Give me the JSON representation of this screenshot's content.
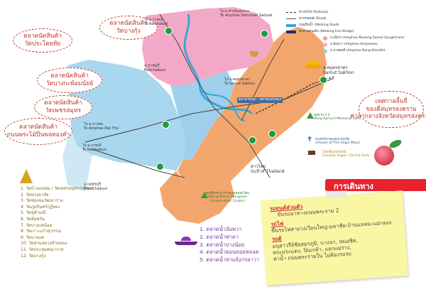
{
  "legend": {
    "railway": "ทางรถไฟ (Railway)",
    "road": "ทางรถยนต์ (Road)",
    "walking_road": "ถนนริมน้ำ (Walking Road)",
    "walking_bridge": "สะพานคนเดิน (Walking Iron Bridge)",
    "district_muang": "อ.เมืองฯ (Amphoe Mueang Samut Songkhram)",
    "district_amphawa": "อ.อัมพวา (Amphoe Amphawa)",
    "district_bangkhonthi": "อ.บางคนที (Amphoe Bang Khonthi)",
    "colors": {
      "railway": "#222222",
      "road": "#555555",
      "walking_road": "#35a8d8",
      "walking_bridge": "#1f2f6b",
      "muang": "#f3a86b",
      "amphawa": "#f5a9c8",
      "bangkhonthi": "#9cd0ec"
    }
  },
  "places": {
    "ratchaburi_top": "ไป อ.ราชบุรี\nTo Ratchaburi",
    "damnoen": "ไป อ.ดำเนินสะดวก\nTo Amphoe Damnoen Saduak",
    "ratchaburi_left": "จ.ราชบุรี\nRatchaburi",
    "samut_sakhon_road": "ไป จ.สมุทรสาคร\nTo Samut Sakhon",
    "samut_sakhon": "จ.สมุทรสาคร\nSamut Sakhon",
    "pak_tho": "ไป อ.ปากท่อ\nTo Amphoe Pak Tho",
    "ratchaburi_mid": "ไป อ.ราชบุรี\nTo Ratchaburi",
    "phetchaburi": "จ.เพชรบุรี\nPhetchaburi",
    "gulf": "อ่าวไทย\nGulf of Thailand",
    "mae_klong": "ตลาดร่มหุบ · ตลาดแม่กลอง",
    "route_35": "35",
    "rama2_park": "อุทยาน ร.2\n(King Rama II Memorial Park)",
    "virgin_mary": "อาสนวิหารแม่พระบังเกิด\n(Church of The Virgin Mary)",
    "orchid_farm": "โรงเรียนกล้วยไม้\nCoconut Sugar / Orchid Farm",
    "mangrove": "ศูนย์ศึกษาป่าชายเลนคลองโคน\n(Klong Khone Mangrove\nConservation Center)"
  },
  "bubbles": {
    "b1": "ตลาดนัดสินค้า\nวัดประโดยทัย",
    "b2": "ตลาดนัดสินค้า\nวัดบางกุ้ง",
    "b3": "ตลาดนัดสินค้า\nวัดบางกะพ้อมนัยย์",
    "b4": "ตลาดนัดสินค้า\nวัดเพชรสมุทร",
    "b5": "ตลาดนัดสินค้า\nถนนพระไม้ปิ่นพลทองคำ",
    "b6": "เทศกาลลิ้นจี่\nของดีสมุทรสงคราม\nศาลากลางจังหวัดสมุทรสงคราม"
  },
  "temples": [
    "1. วัดบ้านแหลม / วัดเพชรสมุทรวรวิหาร",
    "2. วัดพวงมาลัย",
    "3. วัดช่องลมวัฒนาราม",
    "4. วัดภูมรินทร์กุฎีทอง",
    "5. วัดจุฬามณี",
    "6. วัดอัมพวัน",
    "7. วัดบางแคน้อย",
    "8. วัดเกาะแก้วสุวรรณ",
    "9. วัดบางแค",
    "10. วัดสวนหลวงลำคลอง",
    "11. วัดประทุมคณาวาส",
    "12. วัดบางกุ้ง"
  ],
  "markets": [
    "1. ตลาดน้ำอัมพวา",
    "2. ตลาดน้ำท่าคา",
    "3. ตลาดน้ำบางน้อย",
    "4. ตลาดน้ำดอนหอยหลอด",
    "5. ตลาดน้ำท่าแจ้งกรลาวา"
  ],
  "travel": {
    "title": "การเดินทาง",
    "car_head": "รถยนต์ส่วนตัว",
    "car_text": "ขับรถมาทางถนนพระราม 2",
    "train_head": "รถไฟ",
    "train_text": "ขึ้นรถไฟสายวงเวียนใหญ่-มหาชัย-บ้านแหลม-แม่กลอง",
    "bus_head": "รถตู้",
    "bus_lines": [
      "อนุสาวรีย์ชัยสมรภูมิ, บางนา, หมอชิต,",
      "พระประแดง, ปิ่นเกล้า, แยกแม่ราง,",
      "ท่าน้ำ ถนนพระรามใน ไม่ต้องรอรถ"
    ]
  }
}
